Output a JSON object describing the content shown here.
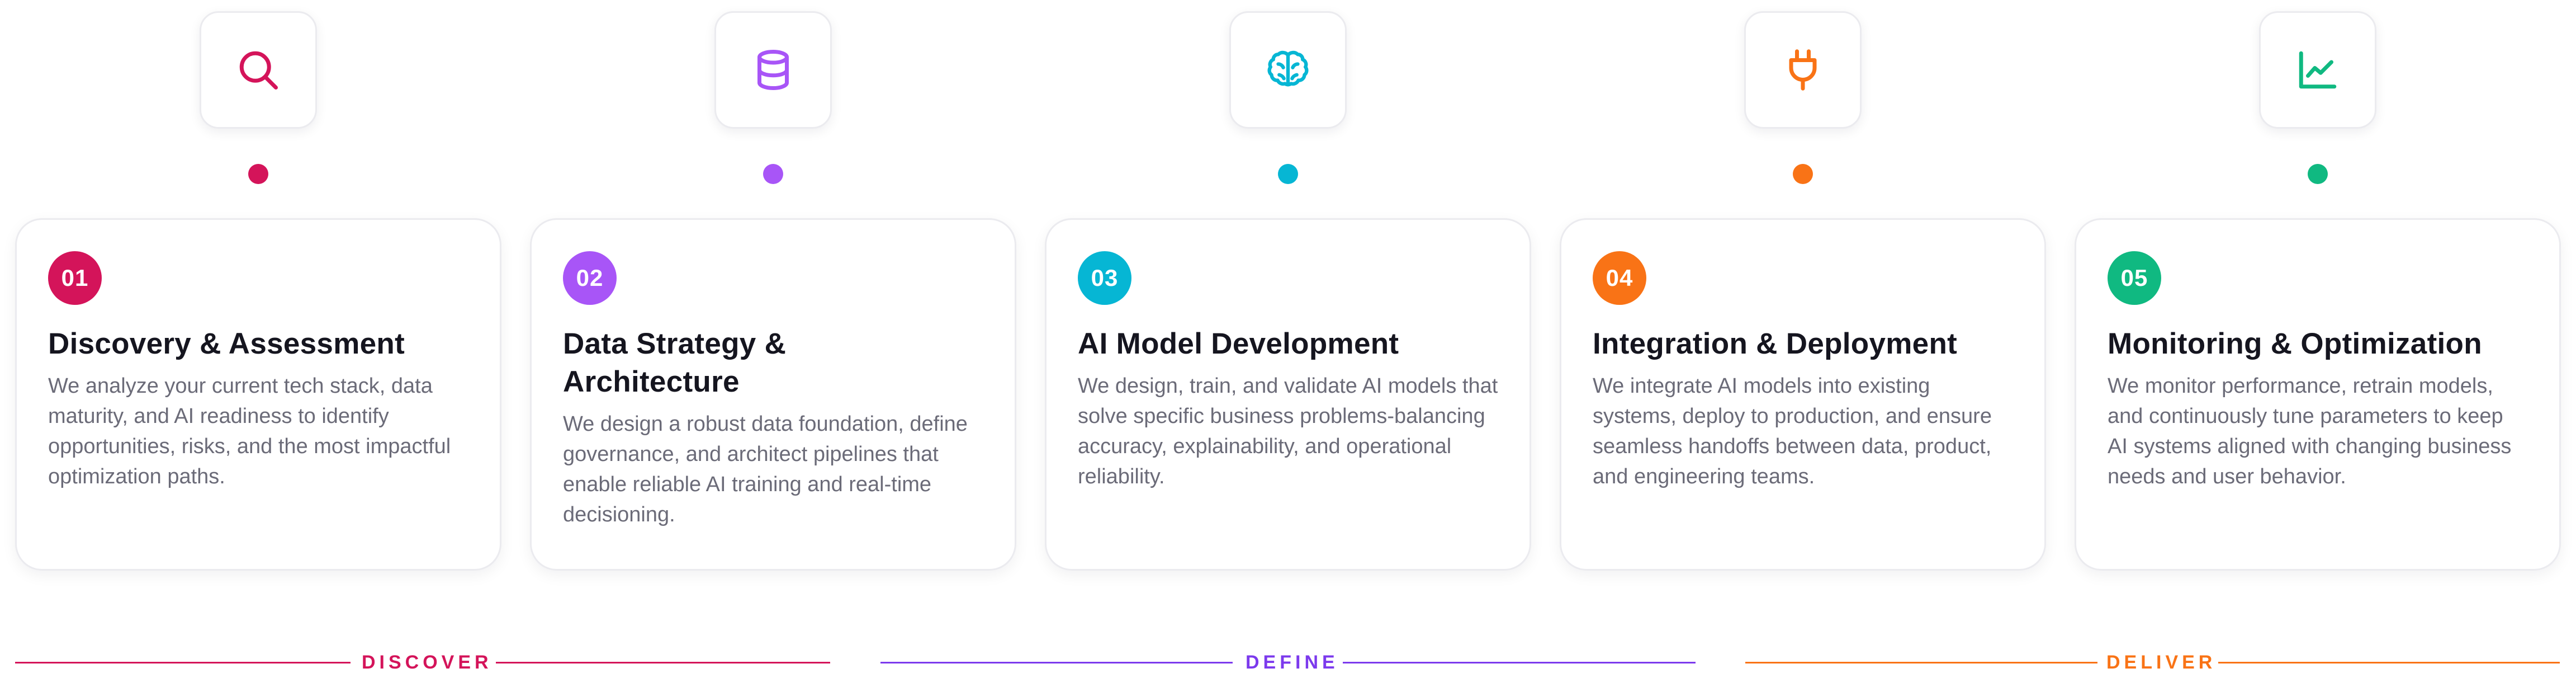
{
  "steps": [
    {
      "number": "01",
      "title": "Discovery & Assessment",
      "description": "We analyze your current tech stack, data maturity, and AI readiness to identify opportunities, risks, and the most impactful optimization paths.",
      "icon": "search-icon",
      "color": "#d4145a"
    },
    {
      "number": "02",
      "title": "Data Strategy & Architecture",
      "description": "We design a robust data foundation, define governance, and architect pipelines that enable reliable AI training and real-time decisioning.",
      "icon": "database-icon",
      "color": "#a855f7"
    },
    {
      "number": "03",
      "title": "AI Model Development",
      "description": "We design, train, and validate AI models that solve specific business problems-balancing accuracy, explainability, and operational reliability.",
      "icon": "brain-icon",
      "color": "#06b6d4"
    },
    {
      "number": "04",
      "title": "Integration & Deployment",
      "description": "We integrate AI models into existing systems, deploy to production, and ensure seamless handoffs between data, product, and engineering teams.",
      "icon": "plug-icon",
      "color": "#f97316"
    },
    {
      "number": "05",
      "title": "Monitoring & Optimization",
      "description": "We monitor performance, retrain models, and continuously tune parameters to keep AI systems aligned with changing business needs and user behavior.",
      "icon": "line-chart-icon",
      "color": "#10b981"
    }
  ],
  "phases": [
    {
      "label": "DISCOVER",
      "color": "#d4145a"
    },
    {
      "label": "DEFINE",
      "color": "#7c3aed"
    },
    {
      "label": "DELIVER",
      "color": "#f97316"
    }
  ]
}
